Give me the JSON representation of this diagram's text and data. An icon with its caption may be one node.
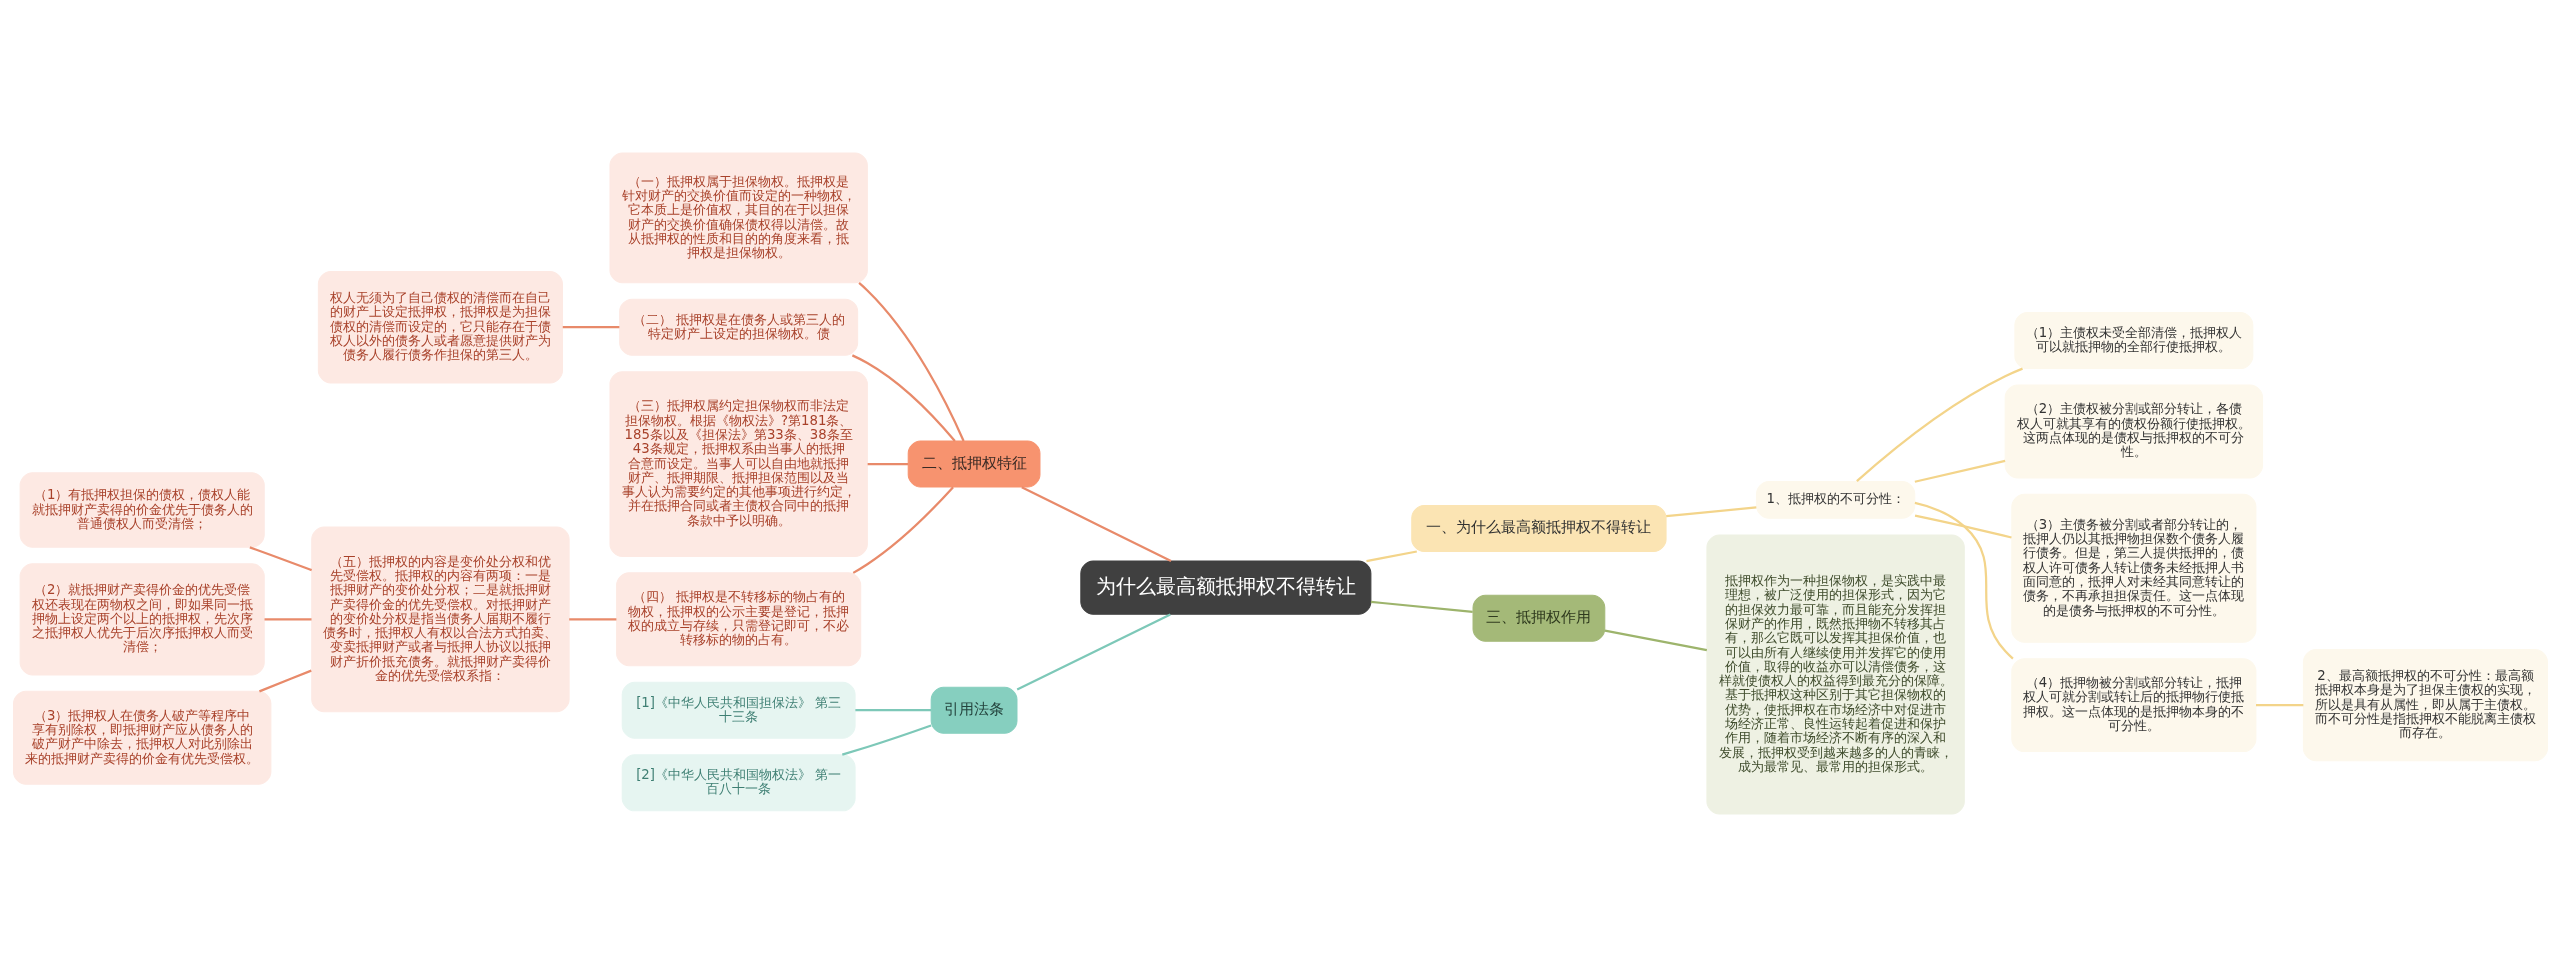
{
  "diagram": {
    "nodes": [
      {
        "text": [
          "为什么最高额抵押权不得转让"
        ]
      },
      {
        "text": [
          "一、为什么最高额抵押权不得转让"
        ]
      },
      {
        "text": [
          "1、抵押权的不可分性："
        ]
      },
      {
        "text": [
          "（1）主债权未受全部清偿，抵押权人可以就抵押物的全部行使抵押权。"
        ]
      },
      {
        "text": [
          "（2）主债权被分割或部分转让，各债权人可就其享有的债权份额行使抵押权。这两点体现的是债权与抵押权的不可分性。"
        ]
      },
      {
        "text": [
          "（3）主债务被分割或者部分转让的，抵押人仍以其抵押物担保数个债务人履行债务。但是，第三人提供抵押的，债权人许可债务人转让债务未经抵押人书面同意的，抵押人对未经其同意转让的债务，不再承担担保责任。这一点体现的是债务与抵押权的不可分性。"
        ]
      },
      {
        "text": [
          "（4）抵押物被分割或部分转让，抵押权人可就分割或转让后的抵押物行使抵押权。这一点体现的是抵押物本身的不可分性。"
        ]
      },
      {
        "text": [
          "2、最高额抵押权的不可分性：最高额抵押权本身是为了担保主债权的实现，所以是具有从属性，即从属于主债权。而不可分性是指抵押权不能脱离主债权而存在。"
        ]
      },
      {
        "text": [
          "三、抵押权作用"
        ]
      },
      {
        "text": [
          "抵押权作为一种担保物权，是实践中最理想，被广泛使用的担保形式，因为它的担保效力最可靠，而且能充分发挥担保财产的作用，既然抵押物不转移其占有，那么它既可以发挥其担保价值，也可以由所有人继续使用并发挥它的使用价值，取得的收益亦可以清偿债务，这样就使债权人的权益得到最充分的保障。基于抵押权这种区别于其它担保物权的优势，使抵押权在市场经济中对促进市场经济正常、良性运转起着促进和保护作用，随着市场经济不断有序的深入和发展，抵押权受到越来越多的人的青睐，成为最常见、最常用的担保形式。"
        ]
      },
      {
        "text": [
          "二、抵押权特征"
        ]
      },
      {
        "text": [
          "（一）抵押权属于担保物权。抵押权是针对财产的交换价值而设定的一种物权，它本质上是价值权，其目的在于以担保财产的交换价值确保债权得以清偿。故从抵押权的性质和目的的角度来看，抵押权是担保物权。"
        ]
      },
      {
        "text": [
          "（二） 抵押权是在债务人或第三人的特定财产上设定的担保物权。债"
        ]
      },
      {
        "text": [
          "权人无须为了自己债权的清偿而在自己的财产上设定抵押权，抵押权是为担保债权的清偿而设定的，它只能存在于债权人以外的债务人或者愿意提供财产为债务人履行债务作担保的第三人。"
        ]
      },
      {
        "text": [
          "（三）抵押权属约定担保物权而非法定担保物权。根据《物权法》?第181条、185条以及《担保法》第33条、38条至43条规定，抵押权系由当事人的抵押合意而设定。当事人可以自由地就抵押财产、抵押期限、抵押担保范围以及当事人认为需要约定的其他事项进行约定，并在抵押合同或者主债权合同中的抵押条款中予以明确。"
        ]
      },
      {
        "text": [
          "（四） 抵押权是不转移标的物占有的物权，抵押权的公示主要是登记，抵押权的成立与存续，只需登记即可，不必转移标的物的占有。"
        ]
      },
      {
        "text": [
          "（五）抵押权的内容是变价处分权和优先受偿权。抵押权的内容有两项：一是抵押财产的变价处分权；二是就抵押财产卖得价金的优先受偿权。对抵押财产的变价处分权是指当债务人届期不履行债务时，抵押权人有权以合法方式拍卖、变卖抵押财产或者与抵押人协议以抵押财产折价抵充债务。就抵押财产卖得价金的优先受偿权系指："
        ]
      },
      {
        "text": [
          "（1）有抵押权担保的债权，债权人能就抵押财产卖得的价金优先于债务人的普通债权人而受清偿；"
        ]
      },
      {
        "text": [
          "（2）就抵押财产卖得价金的优先受偿权还表现在两物权之间，即如果同一抵押物上设定两个以上的抵押权，先次序之抵押权人优先于后次序抵押权人而受清偿；"
        ]
      },
      {
        "text": [
          "（3）抵押权人在债务人破产等程序中享有别除权，即抵押财产应从债务人的破产财产中除去，抵押权人对此别除出来的抵押财产卖得的价金有优先受偿权。"
        ]
      },
      {
        "text": [
          "引用法条"
        ]
      },
      {
        "text": [
          "[1]《中华人民共和国担保法》 第三十三条"
        ]
      },
      {
        "text": [
          "[2]《中华人民共和国物权法》 第一百八十一条"
        ]
      }
    ],
    "edges": [
      {
        "from": 0,
        "to": 1,
        "arrow": "none",
        "color": "#f3d48a"
      },
      {
        "from": 1,
        "to": 2,
        "arrow": "none",
        "color": "#f3d48a"
      },
      {
        "from": 2,
        "to": 3,
        "arrow": "none",
        "color": "#f3d48a"
      },
      {
        "from": 2,
        "to": 4,
        "arrow": "none",
        "color": "#f3d48a"
      },
      {
        "from": 2,
        "to": 5,
        "arrow": "none",
        "color": "#f3d48a"
      },
      {
        "from": 2,
        "to": 6,
        "arrow": "none",
        "color": "#f3d48a"
      },
      {
        "from": 6,
        "to": 7,
        "arrow": "none",
        "color": "#f3d48a"
      },
      {
        "from": 0,
        "to": 8,
        "arrow": "none",
        "color": "#9db46c"
      },
      {
        "from": 8,
        "to": 9,
        "arrow": "none",
        "color": "#9db46c"
      },
      {
        "from": 10,
        "to": 0,
        "arrow": "none"
      },
      {
        "from": 11,
        "to": 10,
        "arrow": "none"
      },
      {
        "from": 12,
        "to": 10,
        "arrow": "none"
      },
      {
        "from": 13,
        "to": 12,
        "arrow": "none"
      },
      {
        "from": 14,
        "to": 10,
        "arrow": "none"
      },
      {
        "from": 15,
        "to": 10,
        "arrow": "none"
      },
      {
        "from": 16,
        "to": 15,
        "arrow": "none"
      },
      {
        "from": 17,
        "to": 16,
        "arrow": "none"
      },
      {
        "from": 18,
        "to": 16,
        "arrow": "none"
      },
      {
        "from": 19,
        "to": 16,
        "arrow": "none"
      },
      {
        "from": 20,
        "to": 0,
        "arrow": "none",
        "color": "#7dc8b8"
      },
      {
        "from": 21,
        "to": 20,
        "arrow": "none",
        "color": "#7dc8b8"
      },
      {
        "from": 22,
        "to": 20,
        "arrow": "none",
        "color": "#7dc8b8"
      }
    ]
  }
}
